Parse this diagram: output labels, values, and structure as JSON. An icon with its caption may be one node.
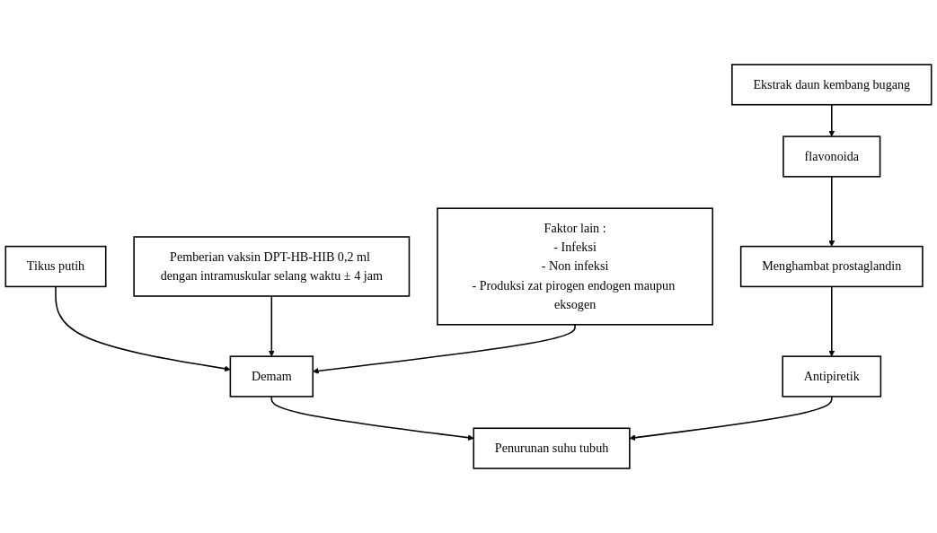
{
  "diagram": {
    "nodes": [
      {
        "text": [
          "Tikus putih"
        ]
      },
      {
        "text": [
          "Ekstrak daun kembang bugang"
        ]
      },
      {
        "text": [
          "Pemberian vaksin DPT-HB-HIB 0,2 ml dengan intramuskular selang waktu ± 4 jam"
        ]
      },
      {
        "text": [
          "flavonoida"
        ]
      },
      {
        "text": [
          "Faktor lain :",
          "- Infeksi",
          "- Non infeksi",
          "- Produksi zat pirogen endogen maupun eksogen"
        ]
      },
      {
        "text": [
          "Menghambat prostaglandin"
        ]
      },
      {
        "text": [
          "Demam"
        ]
      },
      {
        "text": [
          "Antipiretik"
        ]
      },
      {
        "text": [
          "Penurunan suhu tubuh"
        ]
      }
    ],
    "edges": [
      {
        "from": 1,
        "to": 3,
        "arrow": "to"
      },
      {
        "from": 3,
        "to": 5,
        "arrow": "to"
      },
      {
        "from": 5,
        "to": 7,
        "arrow": "to"
      },
      {
        "from": 0,
        "to": 6,
        "arrow": "to"
      },
      {
        "from": 2,
        "to": 6,
        "arrow": "to"
      },
      {
        "from": 4,
        "to": 6,
        "arrow": "to"
      },
      {
        "from": 6,
        "to": 8,
        "arrow": "to"
      },
      {
        "from": 7,
        "to": 8,
        "arrow": "to"
      }
    ]
  }
}
